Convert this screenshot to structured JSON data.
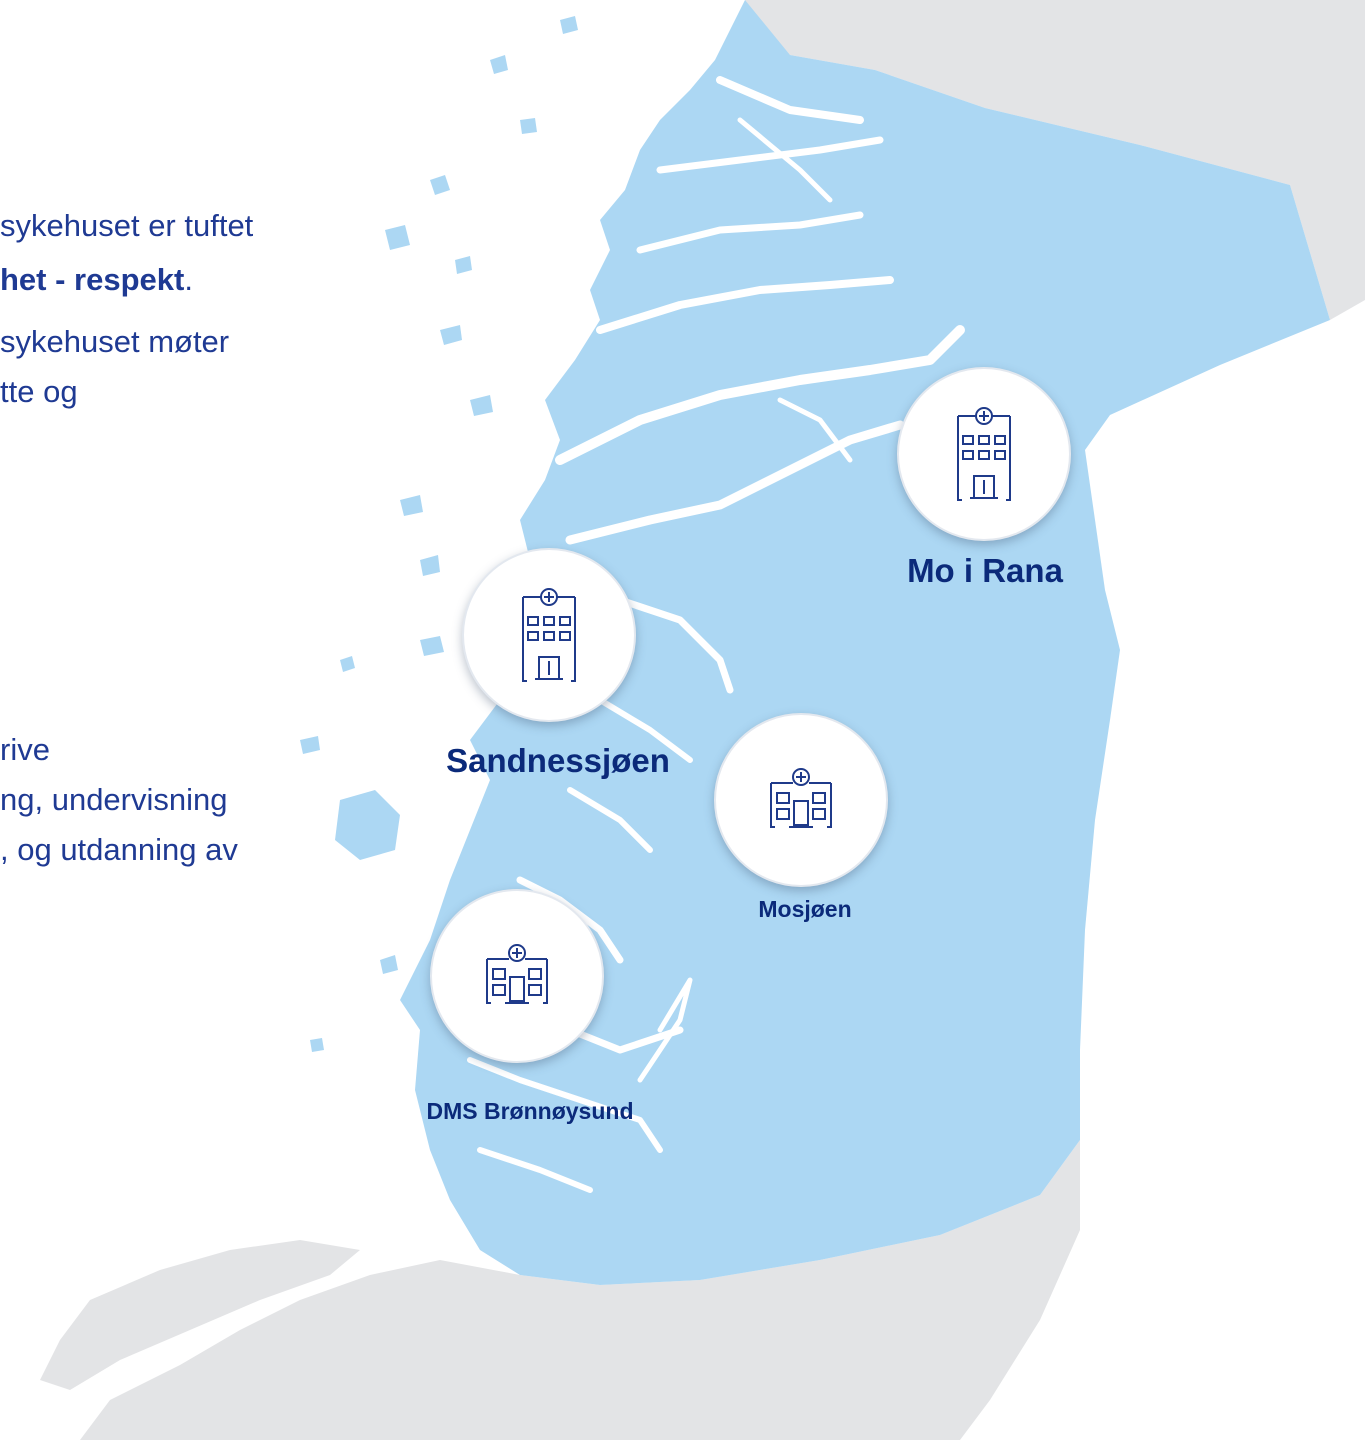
{
  "colors": {
    "text": "#1f3a93",
    "label": "#0b2a7a",
    "region_fill": "#acd7f3",
    "land_fill": "#e3e4e6",
    "icon_stroke": "#1f3a8a"
  },
  "intro_text": {
    "line1": "sykehuset er tuftet",
    "line2_bold": "het - respekt",
    "line2_tail": ".",
    "line3": "sykehuset møter",
    "line4": "tte og"
  },
  "mission_text": {
    "line1": "rive",
    "line2": "ng, undervisning",
    "line3": ", og utdanning av"
  },
  "locations": [
    {
      "id": "mo-i-rana",
      "label": "Mo i Rana",
      "icon": "hospital-building-icon"
    },
    {
      "id": "sandnessjoen",
      "label": "Sandnessjøen",
      "icon": "hospital-building-icon"
    },
    {
      "id": "mosjoen",
      "label": "Mosjøen",
      "icon": "hospital-small-icon"
    },
    {
      "id": "dms-bronnoysund",
      "label": "DMS Brønnøysund",
      "icon": "hospital-small-icon"
    }
  ]
}
